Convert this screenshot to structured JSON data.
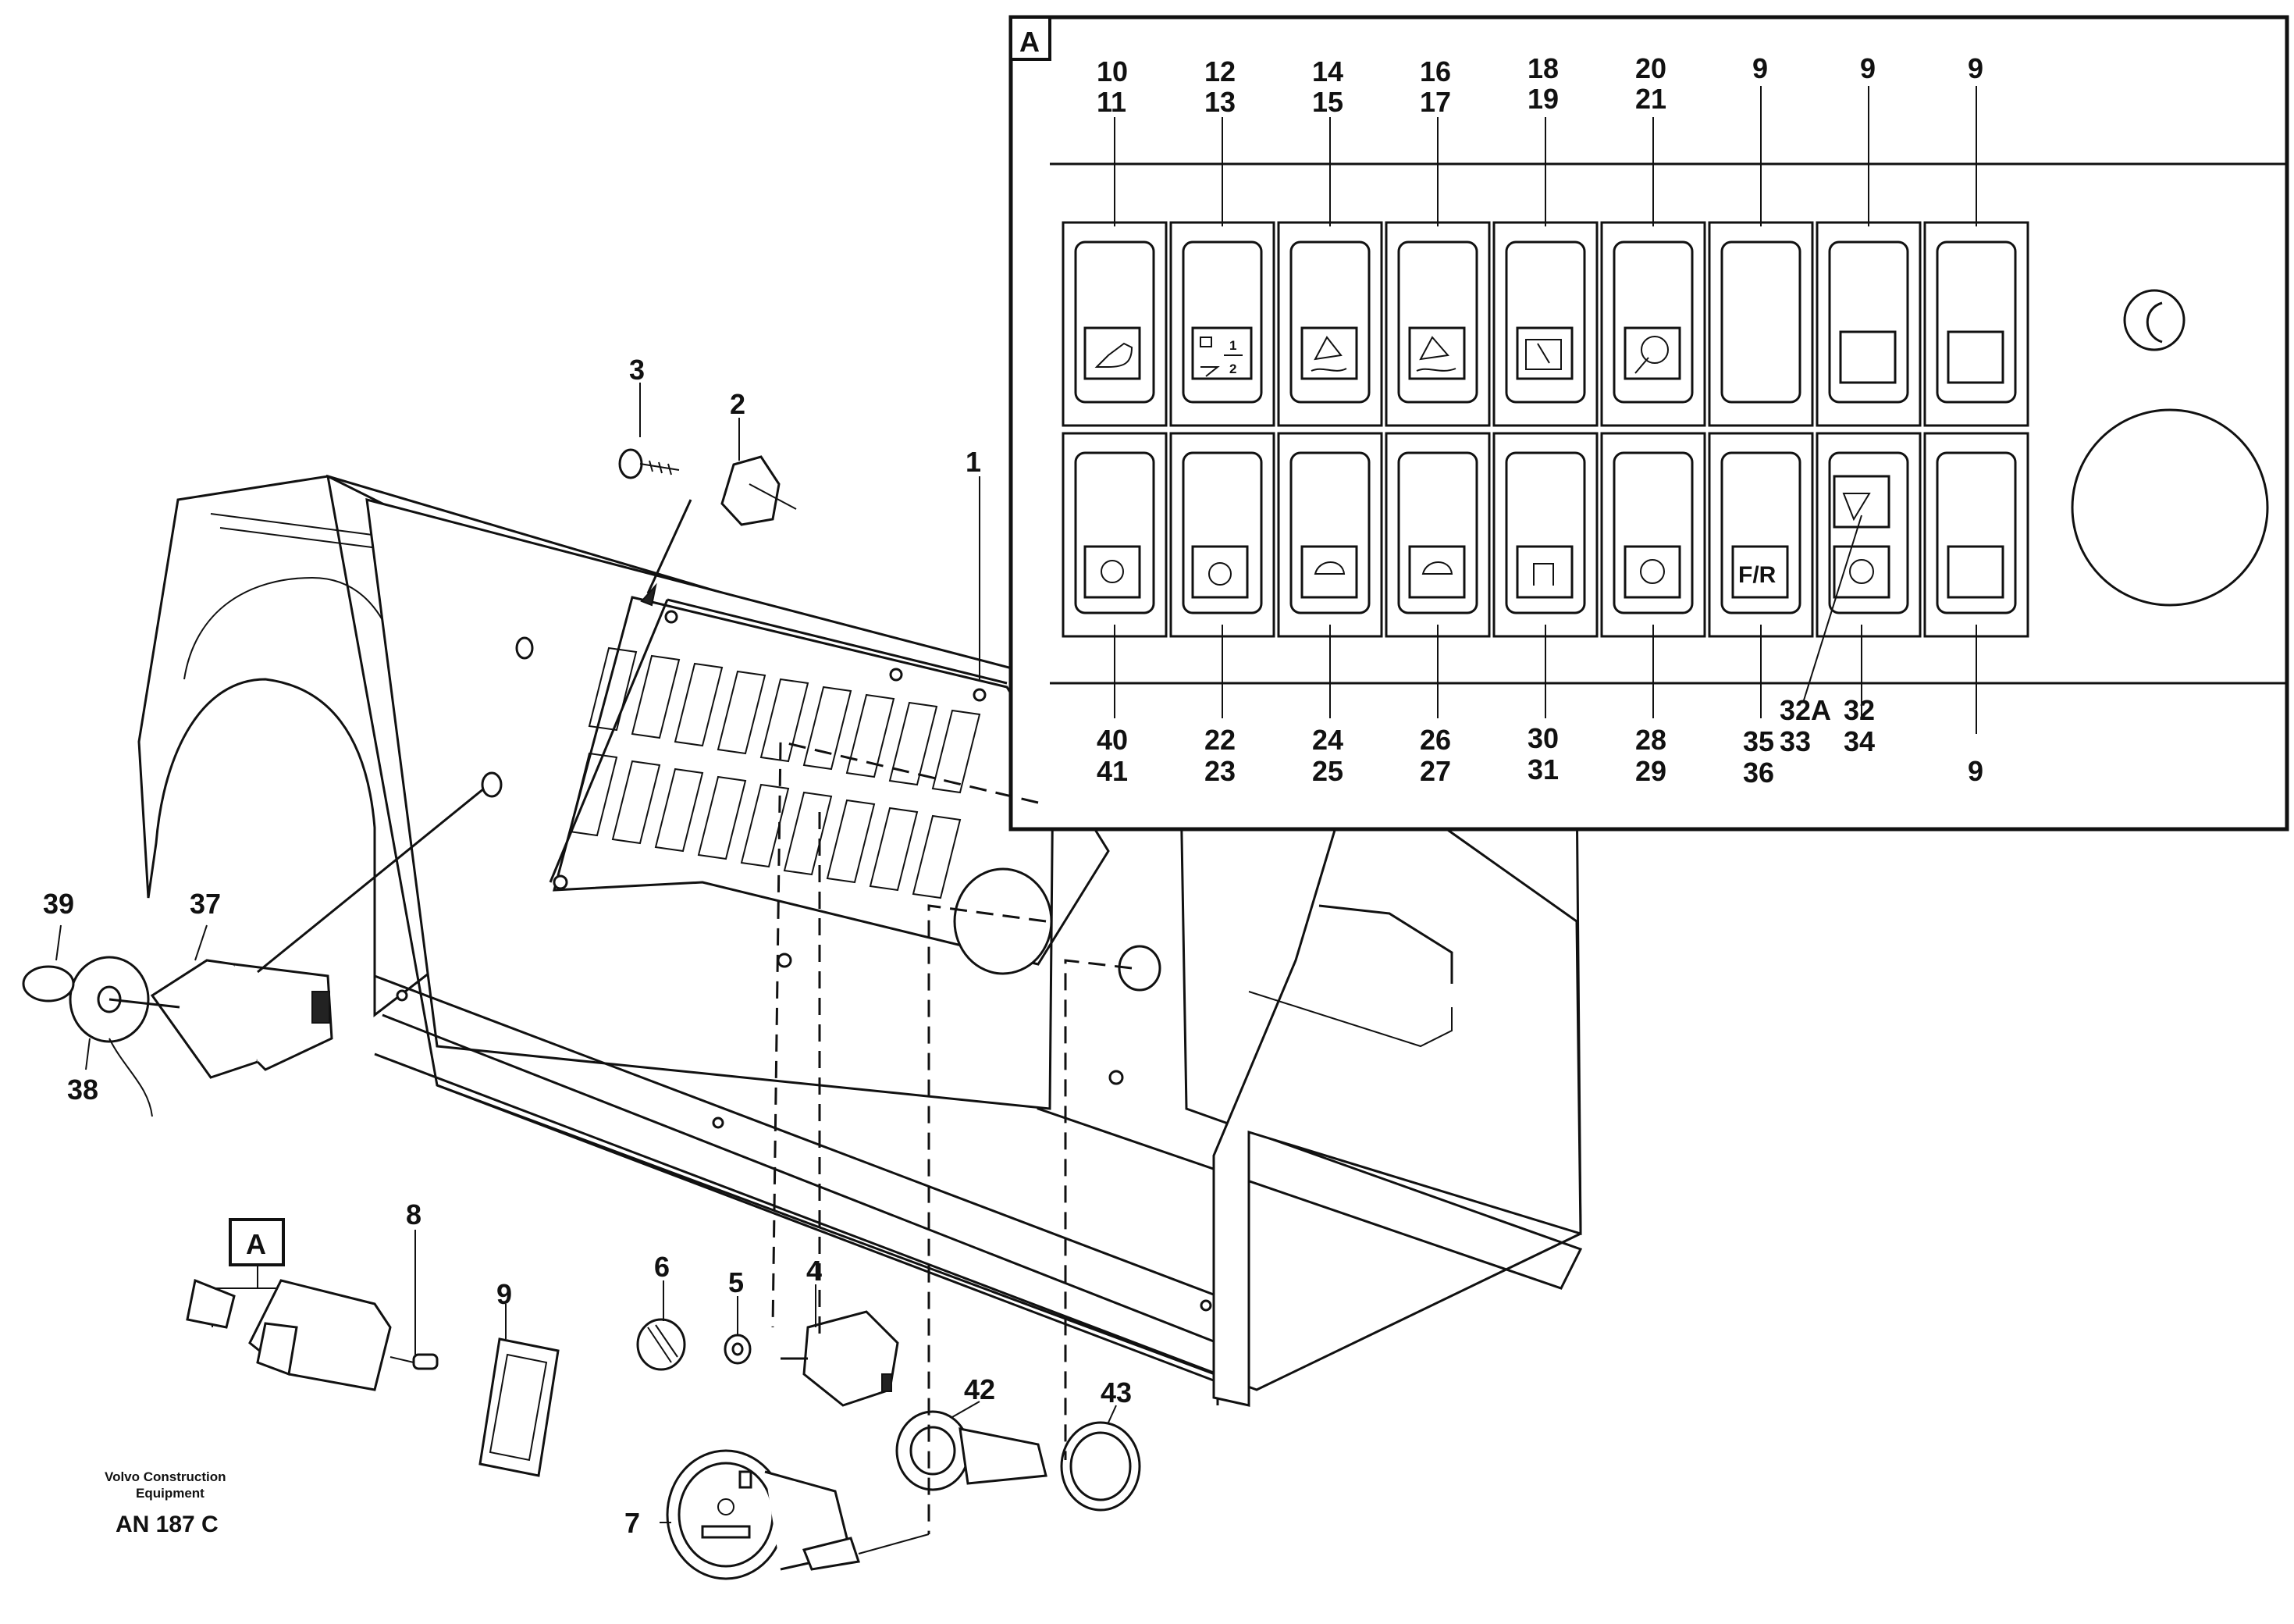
{
  "callout_label": "A",
  "part_labels": {
    "p1": "1",
    "p2": "2",
    "p3": "3",
    "p4": "4",
    "p5": "5",
    "p6": "6",
    "p7": "7",
    "p8": "8",
    "p9": "9",
    "p37": "37",
    "p38": "38",
    "p39": "39",
    "p42": "42",
    "p43": "43"
  },
  "detail_top_labels": [
    [
      "10",
      "11"
    ],
    [
      "12",
      "13"
    ],
    [
      "14",
      "15"
    ],
    [
      "16",
      "17"
    ],
    [
      "18",
      "19"
    ],
    [
      "20",
      "21"
    ],
    [
      "9"
    ],
    [
      "9"
    ],
    [
      "9"
    ]
  ],
  "detail_bottom_labels": [
    [
      "40",
      "41"
    ],
    [
      "22",
      "23"
    ],
    [
      "24",
      "25"
    ],
    [
      "26",
      "27"
    ],
    [
      "30",
      "31"
    ],
    [
      "28",
      "29"
    ],
    [
      "35",
      "36"
    ],
    [
      "32A",
      "33"
    ],
    [
      "32",
      "34"
    ],
    [
      "9"
    ]
  ],
  "switch_symbols": {
    "half_label_top": "1",
    "half_label_bottom": "2",
    "fr_label": "F/R"
  },
  "footer": {
    "company_line1": "Volvo Construction",
    "company_line2": "Equipment",
    "drawing_code": "AN 187 C"
  }
}
